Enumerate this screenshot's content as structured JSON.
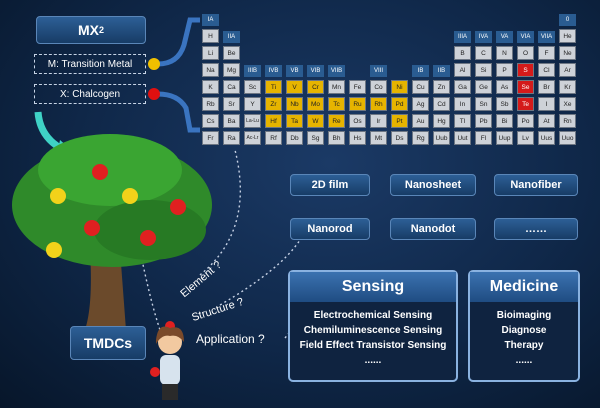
{
  "header": {
    "title_main": "MX",
    "title_sub": "2"
  },
  "definitions": {
    "metal": {
      "label": "M: Transition Metal",
      "color": "#f0c000"
    },
    "chalcogen": {
      "label": "X: Chalcogen",
      "color": "#e01010"
    }
  },
  "periodic_table": {
    "group_labels": [
      {
        "t": "IA",
        "c": 1,
        "r": 0
      },
      {
        "t": "0",
        "c": 18,
        "r": 0
      },
      {
        "t": "IIA",
        "c": 2,
        "r": 1
      },
      {
        "t": "IIIA",
        "c": 13,
        "r": 1
      },
      {
        "t": "IVA",
        "c": 14,
        "r": 1
      },
      {
        "t": "VA",
        "c": 15,
        "r": 1
      },
      {
        "t": "VIA",
        "c": 16,
        "r": 1
      },
      {
        "t": "VIIA",
        "c": 17,
        "r": 1
      },
      {
        "t": "IIIB",
        "c": 3,
        "r": 3
      },
      {
        "t": "IVB",
        "c": 4,
        "r": 3
      },
      {
        "t": "VB",
        "c": 5,
        "r": 3
      },
      {
        "t": "VIB",
        "c": 6,
        "r": 3
      },
      {
        "t": "VIIB",
        "c": 7,
        "r": 3
      },
      {
        "t": "VIII",
        "c": 9,
        "r": 3
      },
      {
        "t": "IB",
        "c": 11,
        "r": 3
      },
      {
        "t": "IIB",
        "c": 12,
        "r": 3
      }
    ],
    "cells": [
      {
        "s": "H",
        "c": 1,
        "r": 1
      },
      {
        "s": "He",
        "c": 18,
        "r": 1
      },
      {
        "s": "Li",
        "c": 1,
        "r": 2
      },
      {
        "s": "Be",
        "c": 2,
        "r": 2
      },
      {
        "s": "B",
        "c": 13,
        "r": 2
      },
      {
        "s": "C",
        "c": 14,
        "r": 2
      },
      {
        "s": "N",
        "c": 15,
        "r": 2
      },
      {
        "s": "O",
        "c": 16,
        "r": 2
      },
      {
        "s": "F",
        "c": 17,
        "r": 2
      },
      {
        "s": "Ne",
        "c": 18,
        "r": 2
      },
      {
        "s": "Na",
        "c": 1,
        "r": 3
      },
      {
        "s": "Mg",
        "c": 2,
        "r": 3
      },
      {
        "s": "Al",
        "c": 13,
        "r": 3
      },
      {
        "s": "Si",
        "c": 14,
        "r": 3
      },
      {
        "s": "P",
        "c": 15,
        "r": 3
      },
      {
        "s": "S",
        "c": 16,
        "r": 3,
        "k": "ch"
      },
      {
        "s": "Cl",
        "c": 17,
        "r": 3
      },
      {
        "s": "Ar",
        "c": 18,
        "r": 3
      },
      {
        "s": "K",
        "c": 1,
        "r": 4
      },
      {
        "s": "Ca",
        "c": 2,
        "r": 4
      },
      {
        "s": "Sc",
        "c": 3,
        "r": 4
      },
      {
        "s": "Ti",
        "c": 4,
        "r": 4,
        "k": "tm"
      },
      {
        "s": "V",
        "c": 5,
        "r": 4,
        "k": "tm"
      },
      {
        "s": "Cr",
        "c": 6,
        "r": 4,
        "k": "tm"
      },
      {
        "s": "Mn",
        "c": 7,
        "r": 4
      },
      {
        "s": "Fe",
        "c": 8,
        "r": 4
      },
      {
        "s": "Co",
        "c": 9,
        "r": 4
      },
      {
        "s": "Ni",
        "c": 10,
        "r": 4,
        "k": "tm"
      },
      {
        "s": "Cu",
        "c": 11,
        "r": 4
      },
      {
        "s": "Zn",
        "c": 12,
        "r": 4
      },
      {
        "s": "Ga",
        "c": 13,
        "r": 4
      },
      {
        "s": "Ge",
        "c": 14,
        "r": 4
      },
      {
        "s": "As",
        "c": 15,
        "r": 4
      },
      {
        "s": "Se",
        "c": 16,
        "r": 4,
        "k": "ch"
      },
      {
        "s": "Br",
        "c": 17,
        "r": 4
      },
      {
        "s": "Kr",
        "c": 18,
        "r": 4
      },
      {
        "s": "Rb",
        "c": 1,
        "r": 5
      },
      {
        "s": "Sr",
        "c": 2,
        "r": 5
      },
      {
        "s": "Y",
        "c": 3,
        "r": 5
      },
      {
        "s": "Zr",
        "c": 4,
        "r": 5,
        "k": "tm"
      },
      {
        "s": "Nb",
        "c": 5,
        "r": 5,
        "k": "tm"
      },
      {
        "s": "Mo",
        "c": 6,
        "r": 5,
        "k": "tm"
      },
      {
        "s": "Tc",
        "c": 7,
        "r": 5,
        "k": "tm"
      },
      {
        "s": "Ru",
        "c": 8,
        "r": 5,
        "k": "tm"
      },
      {
        "s": "Rh",
        "c": 9,
        "r": 5,
        "k": "tm"
      },
      {
        "s": "Pd",
        "c": 10,
        "r": 5,
        "k": "tm"
      },
      {
        "s": "Ag",
        "c": 11,
        "r": 5
      },
      {
        "s": "Cd",
        "c": 12,
        "r": 5
      },
      {
        "s": "In",
        "c": 13,
        "r": 5
      },
      {
        "s": "Sn",
        "c": 14,
        "r": 5
      },
      {
        "s": "Sb",
        "c": 15,
        "r": 5
      },
      {
        "s": "Te",
        "c": 16,
        "r": 5,
        "k": "ch"
      },
      {
        "s": "I",
        "c": 17,
        "r": 5
      },
      {
        "s": "Xe",
        "c": 18,
        "r": 5
      },
      {
        "s": "Cs",
        "c": 1,
        "r": 6
      },
      {
        "s": "Ba",
        "c": 2,
        "r": 6
      },
      {
        "s": "La-Lu",
        "c": 3,
        "r": 6
      },
      {
        "s": "Hf",
        "c": 4,
        "r": 6,
        "k": "tm"
      },
      {
        "s": "Ta",
        "c": 5,
        "r": 6,
        "k": "tm"
      },
      {
        "s": "W",
        "c": 6,
        "r": 6,
        "k": "tm"
      },
      {
        "s": "Re",
        "c": 7,
        "r": 6,
        "k": "tm"
      },
      {
        "s": "Os",
        "c": 8,
        "r": 6
      },
      {
        "s": "Ir",
        "c": 9,
        "r": 6
      },
      {
        "s": "Pt",
        "c": 10,
        "r": 6,
        "k": "tm"
      },
      {
        "s": "Au",
        "c": 11,
        "r": 6
      },
      {
        "s": "Hg",
        "c": 12,
        "r": 6
      },
      {
        "s": "Tl",
        "c": 13,
        "r": 6
      },
      {
        "s": "Pb",
        "c": 14,
        "r": 6
      },
      {
        "s": "Bi",
        "c": 15,
        "r": 6
      },
      {
        "s": "Po",
        "c": 16,
        "r": 6
      },
      {
        "s": "At",
        "c": 17,
        "r": 6
      },
      {
        "s": "Rn",
        "c": 18,
        "r": 6
      },
      {
        "s": "Fr",
        "c": 1,
        "r": 7
      },
      {
        "s": "Ra",
        "c": 2,
        "r": 7
      },
      {
        "s": "Ac-Lr",
        "c": 3,
        "r": 7
      },
      {
        "s": "Rf",
        "c": 4,
        "r": 7
      },
      {
        "s": "Db",
        "c": 5,
        "r": 7
      },
      {
        "s": "Sg",
        "c": 6,
        "r": 7
      },
      {
        "s": "Bh",
        "c": 7,
        "r": 7
      },
      {
        "s": "Hs",
        "c": 8,
        "r": 7
      },
      {
        "s": "Mt",
        "c": 9,
        "r": 7
      },
      {
        "s": "Ds",
        "c": 10,
        "r": 7
      },
      {
        "s": "Rg",
        "c": 11,
        "r": 7
      },
      {
        "s": "Uub",
        "c": 12,
        "r": 7
      },
      {
        "s": "Uut",
        "c": 13,
        "r": 7
      },
      {
        "s": "Fl",
        "c": 14,
        "r": 7
      },
      {
        "s": "Uup",
        "c": 15,
        "r": 7
      },
      {
        "s": "Lv",
        "c": 16,
        "r": 7
      },
      {
        "s": "Uus",
        "c": 17,
        "r": 7
      },
      {
        "s": "Uuo",
        "c": 18,
        "r": 7
      }
    ]
  },
  "structures": [
    "2D film",
    "Nanosheet",
    "Nanofiber",
    "Nanorod",
    "Nanodot",
    "……"
  ],
  "tree_label": "TMDCs",
  "questions": {
    "element": "Element ?",
    "structure": "Structure ?",
    "application": "Application ?"
  },
  "applications": {
    "sensing": {
      "title": "Sensing",
      "items": [
        "Electrochemical Sensing",
        "Chemiluminescence Sensing",
        "Field Effect Transistor Sensing",
        "......"
      ]
    },
    "medicine": {
      "title": "Medicine",
      "items": [
        "Bioimaging",
        "Diagnose",
        "Therapy",
        "......"
      ]
    }
  }
}
